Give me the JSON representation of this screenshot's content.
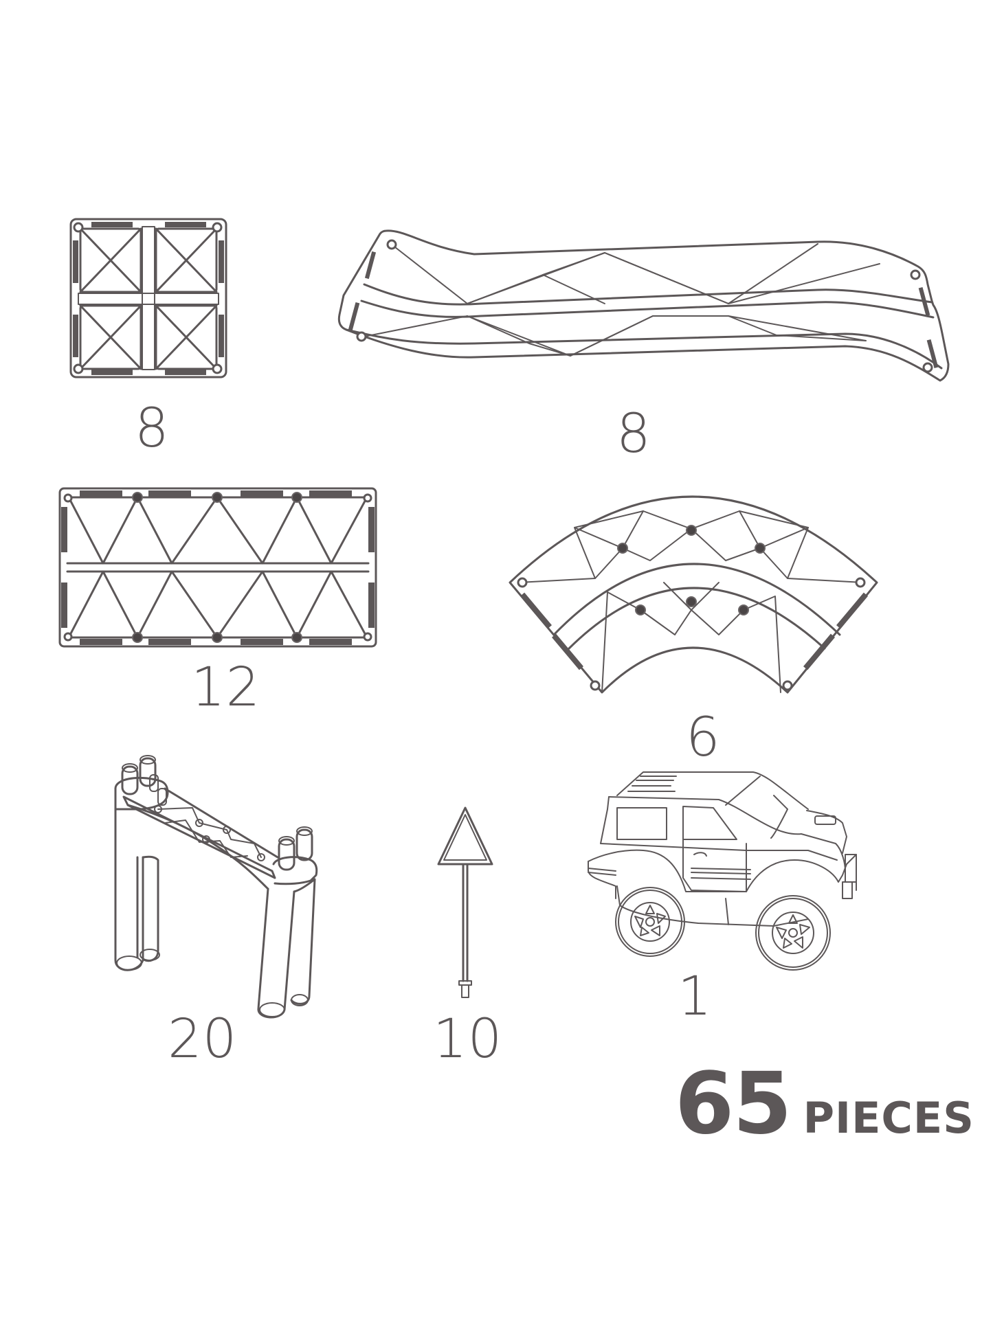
{
  "diagram": {
    "title": "Piece count diagram",
    "accent_color": "#5c5758",
    "background_color": "#ffffff",
    "pieces": [
      {
        "name": "square-tile",
        "count": "8"
      },
      {
        "name": "curved-ramp-tile",
        "count": "8"
      },
      {
        "name": "rectangle-tile",
        "count": "12"
      },
      {
        "name": "arc-tile",
        "count": "6"
      },
      {
        "name": "bridge-support",
        "count": "20"
      },
      {
        "name": "triangle-sign",
        "count": "10"
      },
      {
        "name": "toy-suv-car",
        "count": "1"
      }
    ],
    "total": {
      "number": "65",
      "label": "PIECES"
    }
  }
}
